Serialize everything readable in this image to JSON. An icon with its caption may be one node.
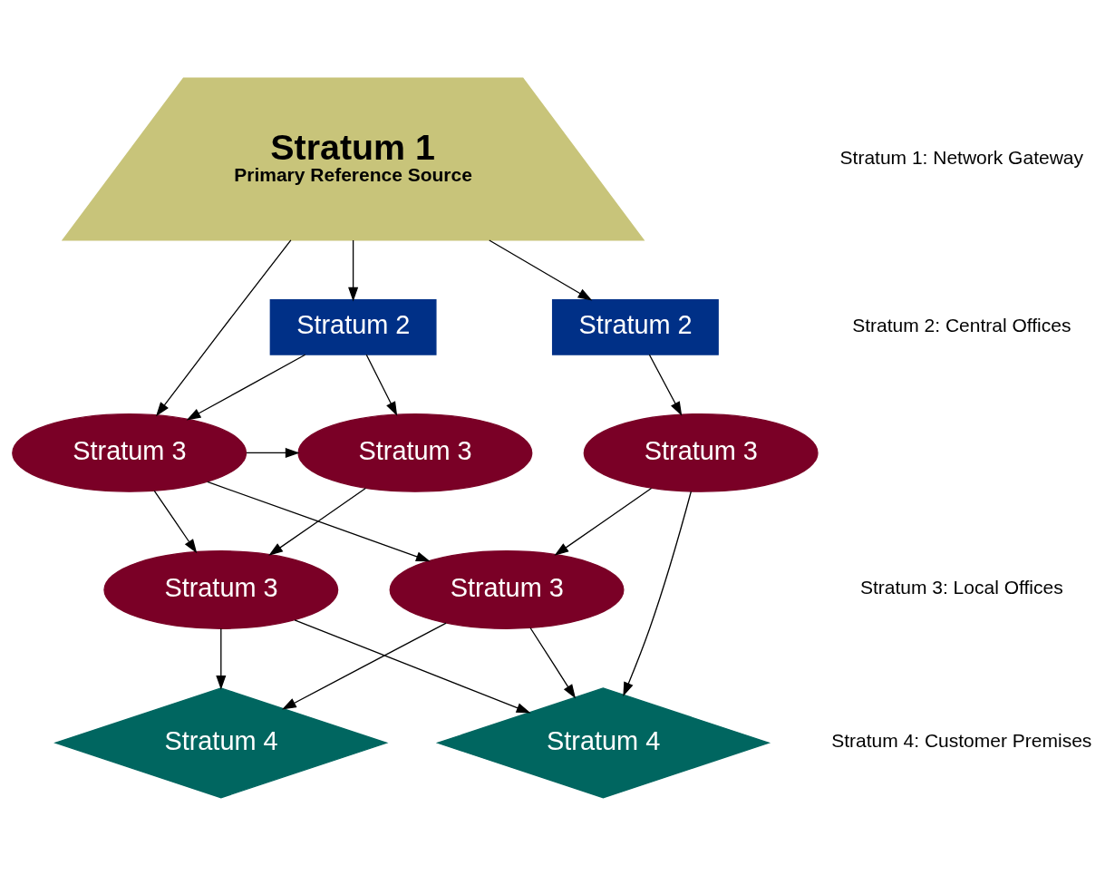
{
  "diagram": {
    "nodes": [
      {
        "text": [
          "Stratum 1",
          "Primary Reference Source"
        ]
      },
      {
        "text": [
          "Stratum 2"
        ]
      },
      {
        "text": [
          "Stratum 2"
        ]
      },
      {
        "text": [
          "Stratum 3"
        ]
      },
      {
        "text": [
          "Stratum 3"
        ]
      },
      {
        "text": [
          "Stratum 3"
        ]
      },
      {
        "text": [
          "Stratum 3"
        ]
      },
      {
        "text": [
          "Stratum 3"
        ]
      },
      {
        "text": [
          "Stratum 4"
        ]
      },
      {
        "text": [
          "Stratum 4"
        ]
      }
    ],
    "edges": [
      {
        "from": 0,
        "to": 1,
        "arrow": "to"
      },
      {
        "from": 0,
        "to": 4,
        "arrow": "to"
      },
      {
        "from": 0,
        "to": 2,
        "arrow": "to"
      },
      {
        "from": 1,
        "to": 3,
        "arrow": "to"
      },
      {
        "from": 1,
        "to": 4,
        "arrow": "to"
      },
      {
        "from": 2,
        "to": 5,
        "arrow": "to"
      },
      {
        "from": 4,
        "to": 3,
        "arrow": "to"
      },
      {
        "from": 3,
        "to": 6,
        "arrow": "to"
      },
      {
        "from": 4,
        "to": 6,
        "arrow": "to"
      },
      {
        "from": 4,
        "to": 7,
        "arrow": "to"
      },
      {
        "from": 5,
        "to": 7,
        "arrow": "to"
      },
      {
        "from": 5,
        "to": 9,
        "arrow": "to"
      },
      {
        "from": 6,
        "to": 8,
        "arrow": "to"
      },
      {
        "from": 6,
        "to": 9,
        "arrow": "to"
      },
      {
        "from": 7,
        "to": 8,
        "arrow": "to"
      },
      {
        "from": 7,
        "to": 9,
        "arrow": "to"
      }
    ],
    "labels": [
      "Stratum 1: Network Gateway",
      "Stratum 2: Central Offices",
      "Stratum 3: Local Offices",
      "Stratum 4: Customer Premises"
    ]
  }
}
